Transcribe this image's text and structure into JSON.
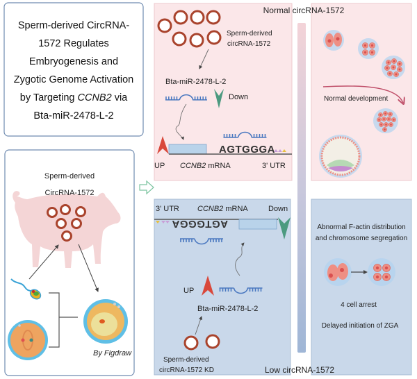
{
  "title_box": {
    "lines": [
      "Sperm-derived CircRNA-",
      "1572 Regulates",
      "Embryogenesis and",
      "Zygotic Genome Activation",
      "by Targeting ",
      "CCNB2",
      " via",
      "Bta-miR-2478-L-2"
    ]
  },
  "pig_panel": {
    "label_line1": "Sperm-derived",
    "label_line2": "CircRNA-1572",
    "credit": "By Figdraw"
  },
  "normal_panel": {
    "header": "Normal circRNA-1572",
    "circ_label_1": "Sperm-derived",
    "circ_label_2": "circRNA-1572",
    "mirna": "Bta-miR-2478-L-2",
    "down": "Down",
    "sequence": "AGTGGGA",
    "up": "UP",
    "gene": "CCNB2",
    "mrna": " mRNA",
    "utr": "3' UTR",
    "outcome": "Normal development"
  },
  "low_panel": {
    "header": "Low circRNA-1572",
    "utr": "3' UTR",
    "gene": "CCNB2",
    "mrna": " mRNA",
    "down": "Down",
    "sequence": "AGTGGGA",
    "up": "UP",
    "mirna": "Bta-miR-2478-L-2",
    "circ_label_1": "Sperm-derived",
    "circ_label_2": "circRNA-1572 KD",
    "outcome_1": "Abnormal F-actin distribution",
    "outcome_2": "and chromosome segregation",
    "outcome_3": "4 cell arrest",
    "outcome_4": "Delayed initiation of ZGA"
  },
  "colors": {
    "pink_panel": "#fbe7e9",
    "blue_panel": "#c9d8ea",
    "circrna": "#a9432c",
    "mirna": "#4a78c0",
    "up_arrow": "#d9483b",
    "down_arrow": "#4c9a80"
  }
}
